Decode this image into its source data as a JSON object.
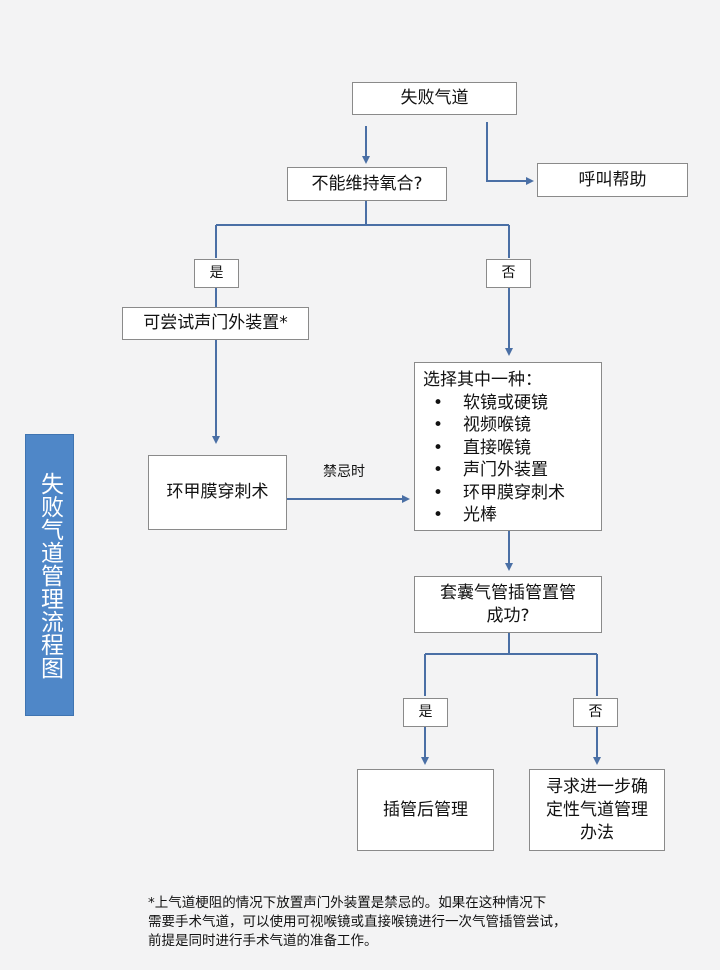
{
  "title": "失败气道管理流程图",
  "nodes": {
    "failed_airway": "失败气道",
    "call_help": "呼叫帮助",
    "cannot_oxygenate": "不能维持氧合?",
    "yes1": "是",
    "no1": "否",
    "try_supraglottic": "可尝试声门外装置*",
    "cricothyroid": "环甲膜穿刺术",
    "contraindicated": "禁忌时",
    "choose_one_title": "选择其中一种：",
    "choose_one_items": [
      "软镜或硬镜",
      "视频喉镜",
      "直接喉镜",
      "声门外装置",
      "环甲膜穿刺术",
      "光棒"
    ],
    "cuffed_tube_line1": "套囊气管插管置管",
    "cuffed_tube_line2": "成功?",
    "yes2": "是",
    "no2": "否",
    "post_intubation": "插管后管理",
    "seek_line1": "寻求进一步确",
    "seek_line2": "定性气道管理",
    "seek_line3": "办法"
  },
  "footnote": [
    "*上气道梗阻的情况下放置声门外装置是禁忌的。如果在这种情况下",
    "需要手术气道，可以使用可视喉镜或直接喉镜进行一次气管插管尝试，",
    "前提是同时进行手术气道的准备工作。"
  ],
  "colors": {
    "line": "#4a6fa5",
    "title_bg": "#4f87c8"
  }
}
